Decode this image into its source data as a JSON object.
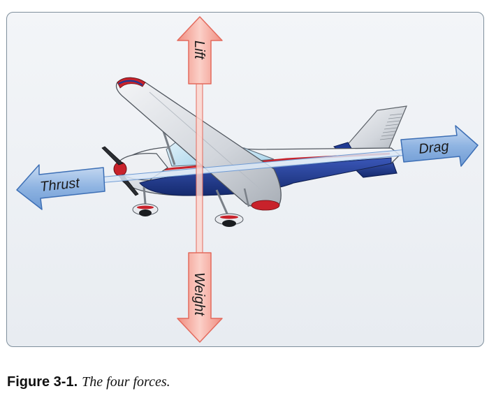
{
  "diagram": {
    "forces": {
      "lift": "Lift",
      "weight": "Weight",
      "thrust": "Thrust",
      "drag": "Drag"
    }
  },
  "caption": {
    "label": "Figure 3-1.",
    "text": "The four forces."
  },
  "colors": {
    "lift_weight_arrow_fill": "#f6b2a8",
    "lift_weight_arrow_stroke": "#e36a5d",
    "thrust_drag_arrow_fill": "#8fb4e2",
    "thrust_drag_arrow_stroke": "#3d6fb5",
    "fuselage_blue": "#1f3a93",
    "stripe_red": "#c8222b",
    "panel_border": "#7f8f9c"
  }
}
